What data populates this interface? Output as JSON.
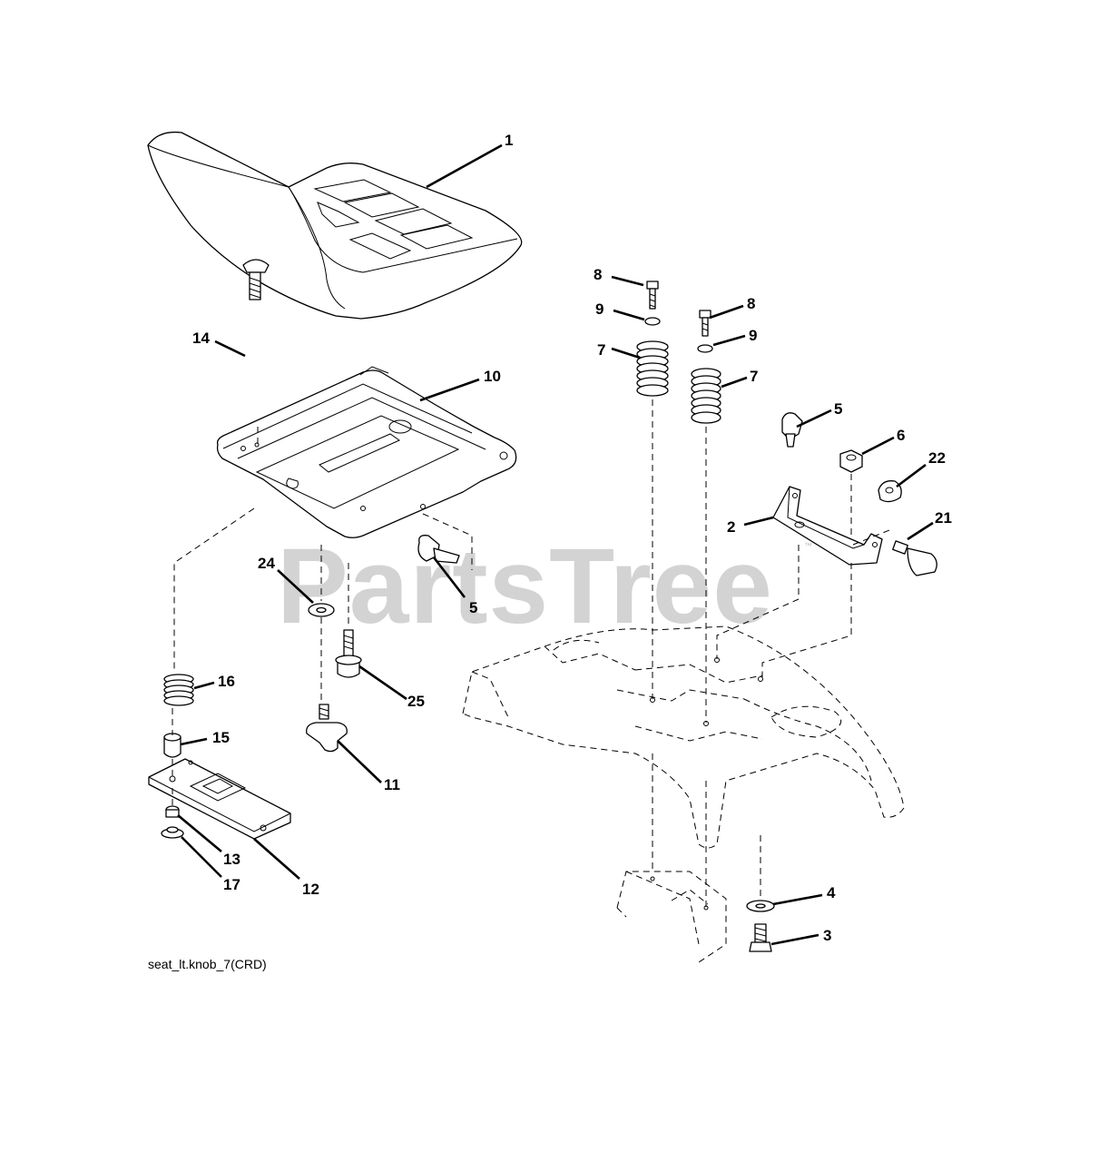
{
  "watermark": {
    "text": "PartsTree",
    "mark": "™"
  },
  "caption": "seat_lt.knob_7(CRD)",
  "callouts": [
    "1",
    "2",
    "3",
    "4",
    "5",
    "5",
    "6",
    "7",
    "7",
    "8",
    "8",
    "9",
    "9",
    "10",
    "11",
    "12",
    "13",
    "14",
    "15",
    "16",
    "17",
    "21",
    "22",
    "24",
    "25"
  ],
  "icons": [
    "seat",
    "seat-pan",
    "fender-dashed",
    "hinge-bracket",
    "spring",
    "bolt",
    "washer",
    "knob",
    "slide-bracket",
    "nut"
  ]
}
